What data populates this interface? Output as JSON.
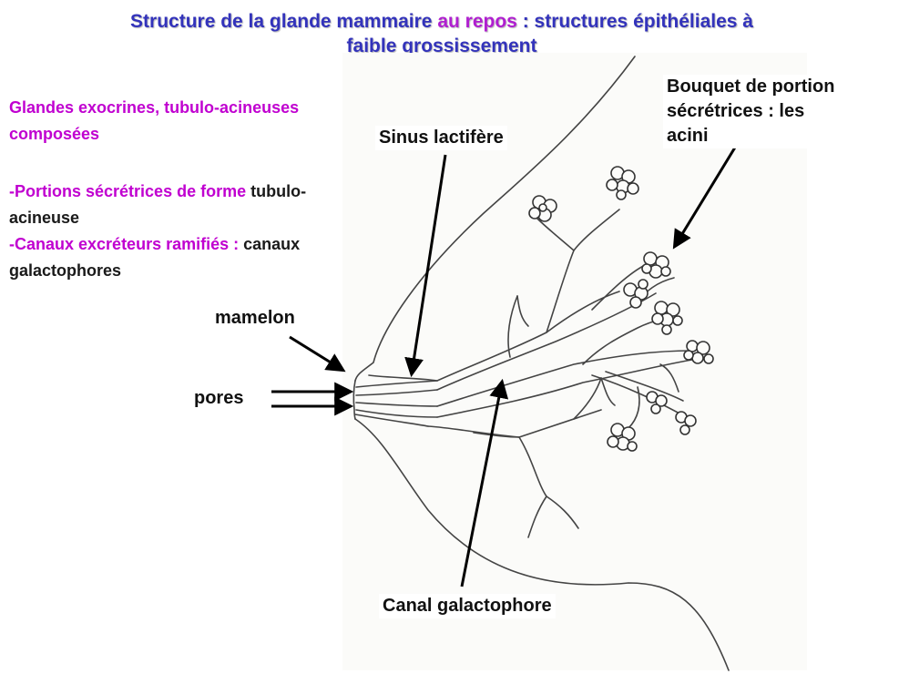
{
  "title": {
    "part1": "Structure de la glande mammaire",
    "part2": "au repos",
    "part3": ": structures épithéliales à",
    "part4": "faible grossissement"
  },
  "description": {
    "line1": "Glandes exocrines, tubulo-acineuses",
    "line2": "composées",
    "bullet1_prefix": "-Portions sécrétrices de forme",
    "bullet1_value_a": "tubulo-",
    "bullet1_value_b": "acineuse",
    "bullet2_prefix": "-Canaux  excréteurs ramifiés :",
    "bullet2_value_a": "canaux",
    "bullet2_value_b": "galactophores"
  },
  "labels": {
    "sinus": "Sinus lactifère",
    "acini_1": "Bouquet de portion",
    "acini_2": "sécrétrices : les",
    "acini_3": "acini",
    "mamelon": "mamelon",
    "pores": "pores",
    "canal": "Canal galactophore"
  },
  "colors": {
    "title_blue": "#3333bb",
    "title_purple": "#b01fd0",
    "text_magenta": "#c000d0",
    "text_dark": "#1a1a1a"
  }
}
